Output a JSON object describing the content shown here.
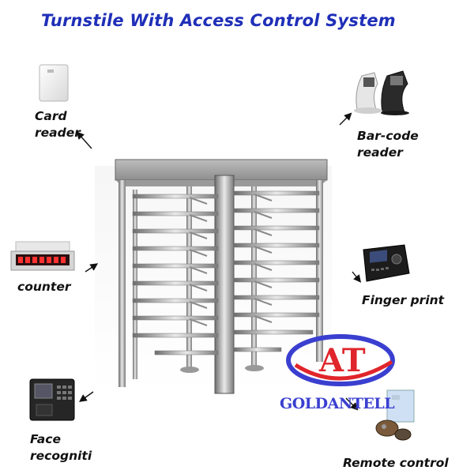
{
  "title": "Turnstile With Access Control System",
  "labels": {
    "card_reader": [
      "Card",
      "reader"
    ],
    "barcode_reader": [
      "Bar-code",
      "reader"
    ],
    "counter": [
      "counter"
    ],
    "finger_print": [
      "Finger print"
    ],
    "face_recognition": [
      "Face",
      "recogniti"
    ],
    "remote_control": [
      "Remote control"
    ]
  },
  "logo": {
    "mark": "AT",
    "text": "GOLDANTELL"
  },
  "colors": {
    "title": "#1f2fb8",
    "logo_blue": "#3a3fd0",
    "logo_red": "#e0252b"
  },
  "icons": {
    "card_reader": "card-reader-icon",
    "barcode_reader": "barcode-scanner-icon",
    "counter": "counter-display-icon",
    "finger_print": "fingerprint-terminal-icon",
    "face_recognition": "face-terminal-icon",
    "remote_control": "remote-control-icon"
  }
}
